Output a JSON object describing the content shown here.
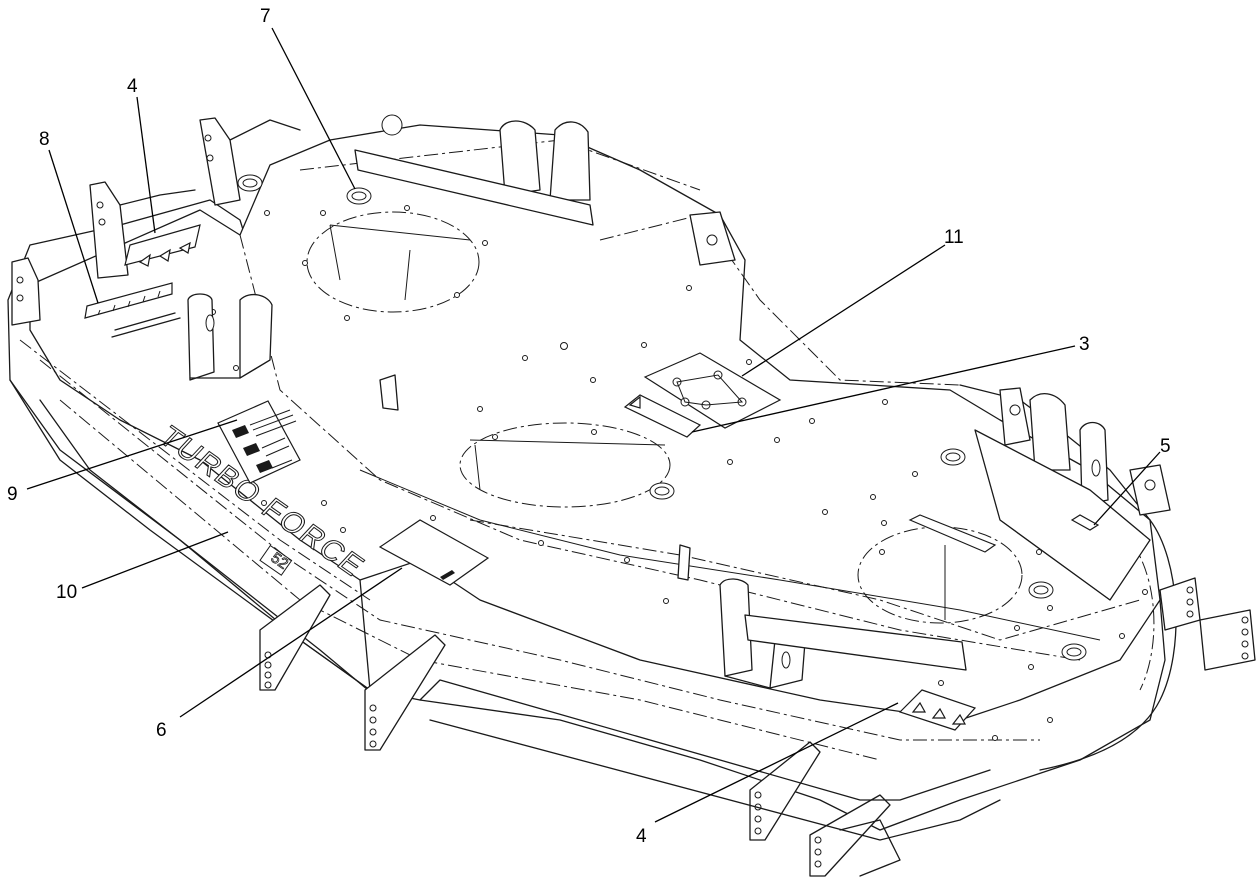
{
  "callouts": [
    {
      "label": "7"
    },
    {
      "label": "4"
    },
    {
      "label": "8"
    },
    {
      "label": "11"
    },
    {
      "label": "3"
    },
    {
      "label": "5"
    },
    {
      "label": "9"
    },
    {
      "label": "10"
    },
    {
      "label": "6"
    },
    {
      "label": "4"
    }
  ],
  "deck_embossing": {
    "brand": "TURBO FORCE",
    "size": "52"
  },
  "colors": {
    "line": "#1a1a1a",
    "background": "#ffffff"
  }
}
